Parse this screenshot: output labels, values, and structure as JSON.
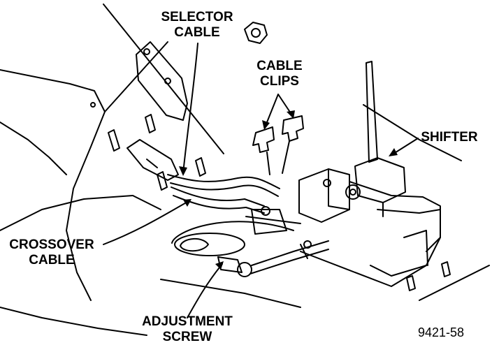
{
  "labels": {
    "selector_cable": [
      "SELECTOR",
      "CABLE"
    ],
    "cable_clips": [
      "CABLE",
      "CLIPS"
    ],
    "shifter": "SHIFTER",
    "crossover_cable": [
      "CROSSOVER",
      "CABLE"
    ],
    "adjustment_screw": [
      "ADJUSTMENT",
      "SCREW"
    ]
  },
  "figure_number": "9421-58"
}
